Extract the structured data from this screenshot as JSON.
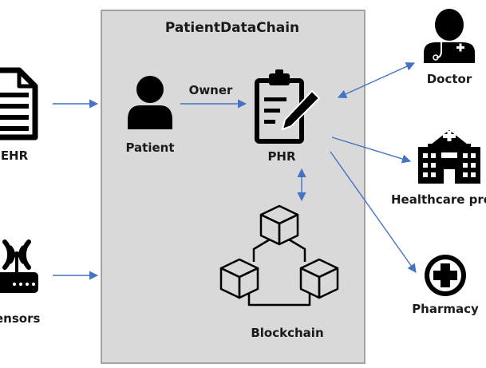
{
  "title": "PatientDataChain",
  "labels": {
    "ehr": "EHR",
    "sensors": "ensors",
    "patient": "Patient",
    "owner": "Owner",
    "phr": "PHR",
    "blockchain": "Blockchain",
    "doctor": "Doctor",
    "healthcare": "Healthcare pro",
    "pharmacy": "Pharmacy"
  },
  "colors": {
    "container_fill": "#d9d9d9",
    "container_stroke": "#8c8c8c",
    "arrow": "#4472c4",
    "icon": "#000000",
    "text": "#1a1a1a"
  },
  "icons": {
    "ehr": "document-icon",
    "sensors": "wireless-router-icon",
    "patient": "person-icon",
    "phr": "clipboard-pen-icon",
    "blockchain": "blockchain-cubes-icon",
    "doctor": "doctor-icon",
    "healthcare": "hospital-icon",
    "pharmacy": "medical-cross-icon"
  }
}
